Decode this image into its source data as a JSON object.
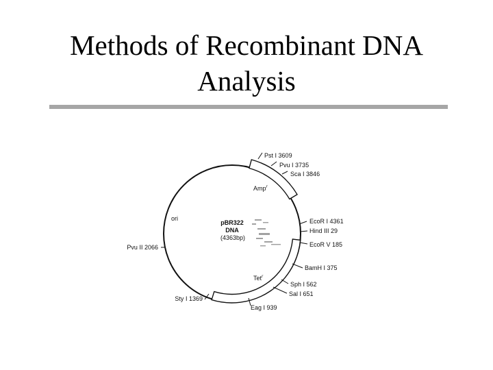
{
  "title": {
    "line1": "Methods of Recombinant DNA",
    "line2": "Analysis"
  },
  "plasmid": {
    "name_line1": "pBR322",
    "name_line2": "DNA",
    "size": "(4363bp)",
    "origin_label": "ori",
    "genes": {
      "amp": {
        "label": "Amp",
        "superscript": "r"
      },
      "tet": {
        "label": "Tet",
        "superscript": "r"
      }
    },
    "sites": [
      {
        "enzyme_italic": "Pst",
        "enzyme_rest": " I",
        "position": "3609"
      },
      {
        "enzyme_italic": "Pvu",
        "enzyme_rest": " I",
        "position": "3735"
      },
      {
        "enzyme_italic": "Sca",
        "enzyme_rest": " I",
        "position": "3846"
      },
      {
        "enzyme_italic": "Eco",
        "enzyme_rest": "R I",
        "position": "4361"
      },
      {
        "enzyme_italic": "Hind",
        "enzyme_rest": " III",
        "position": "29"
      },
      {
        "enzyme_italic": "Eco",
        "enzyme_rest": "R V",
        "position": "185"
      },
      {
        "enzyme_italic": "Bam",
        "enzyme_rest": "H I",
        "position": "375"
      },
      {
        "enzyme_italic": "Sph",
        "enzyme_rest": " I",
        "position": "562"
      },
      {
        "enzyme_italic": "Sal",
        "enzyme_rest": " I",
        "position": "651"
      },
      {
        "enzyme_italic": "Eag",
        "enzyme_rest": " I",
        "position": "939"
      },
      {
        "enzyme_italic": "Sty",
        "enzyme_rest": " I",
        "position": "1369"
      },
      {
        "enzyme_italic": "Pvu",
        "enzyme_rest": " II",
        "position": "2066"
      }
    ]
  }
}
